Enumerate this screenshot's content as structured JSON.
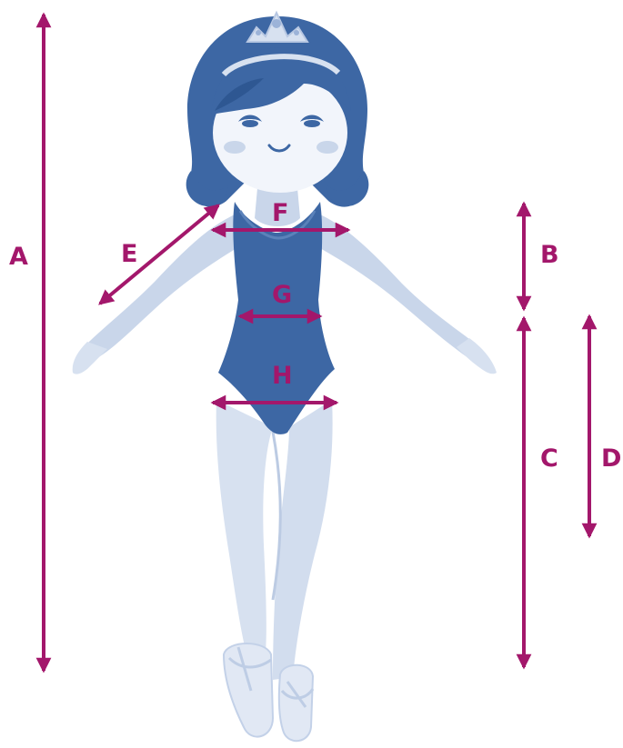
{
  "labels": {
    "A": "A",
    "B": "B",
    "C": "C",
    "D": "D",
    "E": "E",
    "F": "F",
    "G": "G",
    "H": "H"
  },
  "colors": {
    "measure": "#A3176B",
    "hair": "#3D67A4",
    "leotard": "#3D67A4",
    "skin": "#C9D6EA",
    "skin_shade": "#B4C6E1",
    "face": "#F2F5FB",
    "tights": "#D7E1F0",
    "cheek": "#AFC2E2"
  },
  "icons": {
    "figure": "ballerina-figure-icon",
    "tiara": "tiara-icon"
  }
}
